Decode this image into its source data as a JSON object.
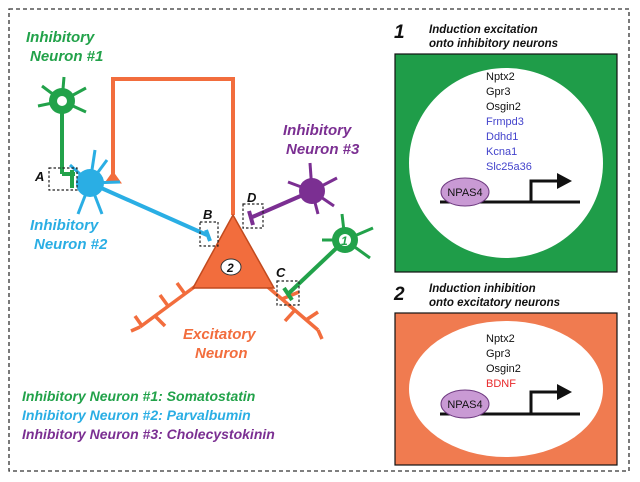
{
  "colors": {
    "inhib1": "#22a24a",
    "inhib2": "#2aaee4",
    "inhib3": "#7b2f92",
    "excit": "#f26d3d",
    "panel1_bg": "#1f9d49",
    "panel2_bg": "#f07b50",
    "gene_black": "#111111",
    "gene_blue": "#4444cc",
    "gene_red": "#e8282a",
    "npas4_fill": "#c99ad4"
  },
  "labels": {
    "inhib1_line1": "Inhibitory",
    "inhib1_line2": "Neuron #1",
    "inhib2_line1": "Inhibitory",
    "inhib2_line2": "Neuron #2",
    "inhib3_line1": "Inhibitory",
    "inhib3_line2": "Neuron #3",
    "excit_line1": "Excitatory",
    "excit_line2": "Neuron",
    "synapse_a": "A",
    "synapse_b": "B",
    "synapse_c": "C",
    "synapse_d": "D",
    "soma1": "1",
    "soma2": "2"
  },
  "legend": [
    {
      "text": "Inhibitory Neuron #1: Somatostatin",
      "color": "#22a24a"
    },
    {
      "text": "Inhibitory Neuron #2: Parvalbumin",
      "color": "#2aaee4"
    },
    {
      "text": "Inhibitory Neuron #3: Cholecystokinin",
      "color": "#7b2f92"
    }
  ],
  "panel1": {
    "number": "1",
    "title_line1": "Induction excitation",
    "title_line2": "onto inhibitory neurons",
    "genes": [
      {
        "name": "Nptx2",
        "color": "#111111"
      },
      {
        "name": "Gpr3",
        "color": "#111111"
      },
      {
        "name": "Osgin2",
        "color": "#111111"
      },
      {
        "name": "Frmpd3",
        "color": "#4444cc"
      },
      {
        "name": "Ddhd1",
        "color": "#4444cc"
      },
      {
        "name": "Kcna1",
        "color": "#4444cc"
      },
      {
        "name": "Slc25a36",
        "color": "#4444cc"
      }
    ],
    "tf": "NPAS4"
  },
  "panel2": {
    "number": "2",
    "title_line1": "Induction inhibition",
    "title_line2": "onto excitatory neurons",
    "genes": [
      {
        "name": "Nptx2",
        "color": "#111111"
      },
      {
        "name": "Gpr3",
        "color": "#111111"
      },
      {
        "name": "Osgin2",
        "color": "#111111"
      },
      {
        "name": "BDNF",
        "color": "#e8282a"
      }
    ],
    "tf": "NPAS4"
  }
}
